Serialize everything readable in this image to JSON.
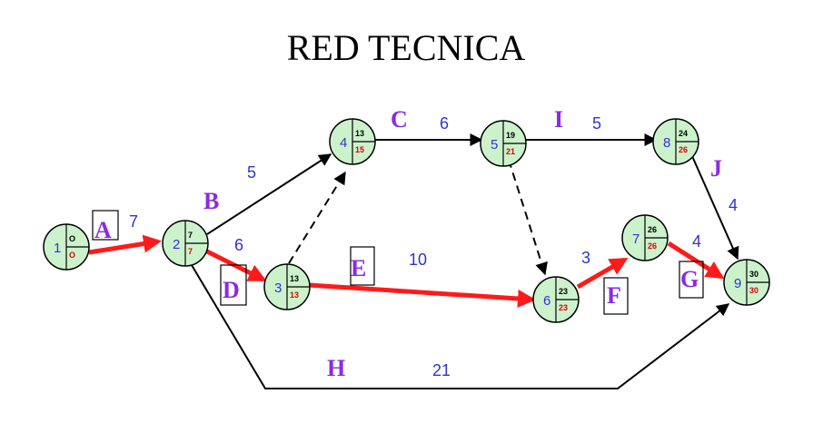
{
  "title": "RED TECNICA",
  "colors": {
    "node_fill": "#ccf2cc",
    "critical": "#ff1a1a",
    "label": "#8a2be2",
    "duration": "#3333cc",
    "late": "#e00000"
  },
  "nodes": [
    {
      "id": "1",
      "es": "O",
      "lf": "O"
    },
    {
      "id": "2",
      "es": "7",
      "lf": "7"
    },
    {
      "id": "3",
      "es": "13",
      "lf": "13"
    },
    {
      "id": "4",
      "es": "13",
      "lf": "15"
    },
    {
      "id": "5",
      "es": "19",
      "lf": "21"
    },
    {
      "id": "6",
      "es": "23",
      "lf": "23"
    },
    {
      "id": "7",
      "es": "26",
      "lf": "26"
    },
    {
      "id": "8",
      "es": "24",
      "lf": "26"
    },
    {
      "id": "9",
      "es": "30",
      "lf": "30"
    }
  ],
  "activities": [
    {
      "label": "A",
      "duration": "7",
      "critical": true
    },
    {
      "label": "B",
      "duration": "5",
      "critical": false
    },
    {
      "label": "C",
      "duration": "6",
      "critical": false
    },
    {
      "label": "D",
      "duration": "6",
      "critical": true
    },
    {
      "label": "E",
      "duration": "10",
      "critical": true
    },
    {
      "label": "F",
      "duration": "3",
      "critical": true
    },
    {
      "label": "G",
      "duration": "4",
      "critical": true
    },
    {
      "label": "H",
      "duration": "21",
      "critical": false
    },
    {
      "label": "I",
      "duration": "5",
      "critical": false
    },
    {
      "label": "J",
      "duration": "4",
      "critical": false
    }
  ]
}
